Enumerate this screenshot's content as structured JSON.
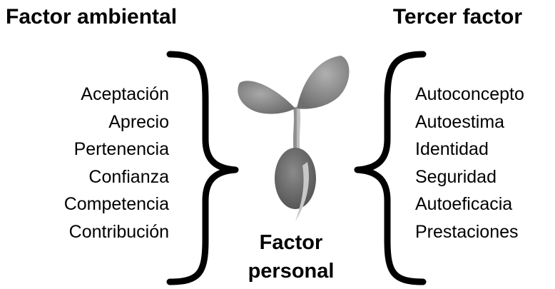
{
  "headings": {
    "left": "Factor ambiental",
    "right": "Tercer factor"
  },
  "left_items": [
    "Aceptación",
    "Aprecio",
    "Pertenencia",
    "Confianza",
    "Competencia",
    "Contribución"
  ],
  "right_items": [
    "Autoconcepto",
    "Autoestima",
    "Identidad",
    "Seguridad",
    "Autoeficacia",
    "Prestaciones"
  ],
  "center": {
    "line1": "Factor",
    "line2": "personal",
    "icon": "seedling-icon"
  },
  "colors": {
    "text": "#000000",
    "background": "#ffffff",
    "leaf": "#8c8c8c",
    "seed": "#6e6e6e",
    "stem": "#a6a6a6"
  }
}
